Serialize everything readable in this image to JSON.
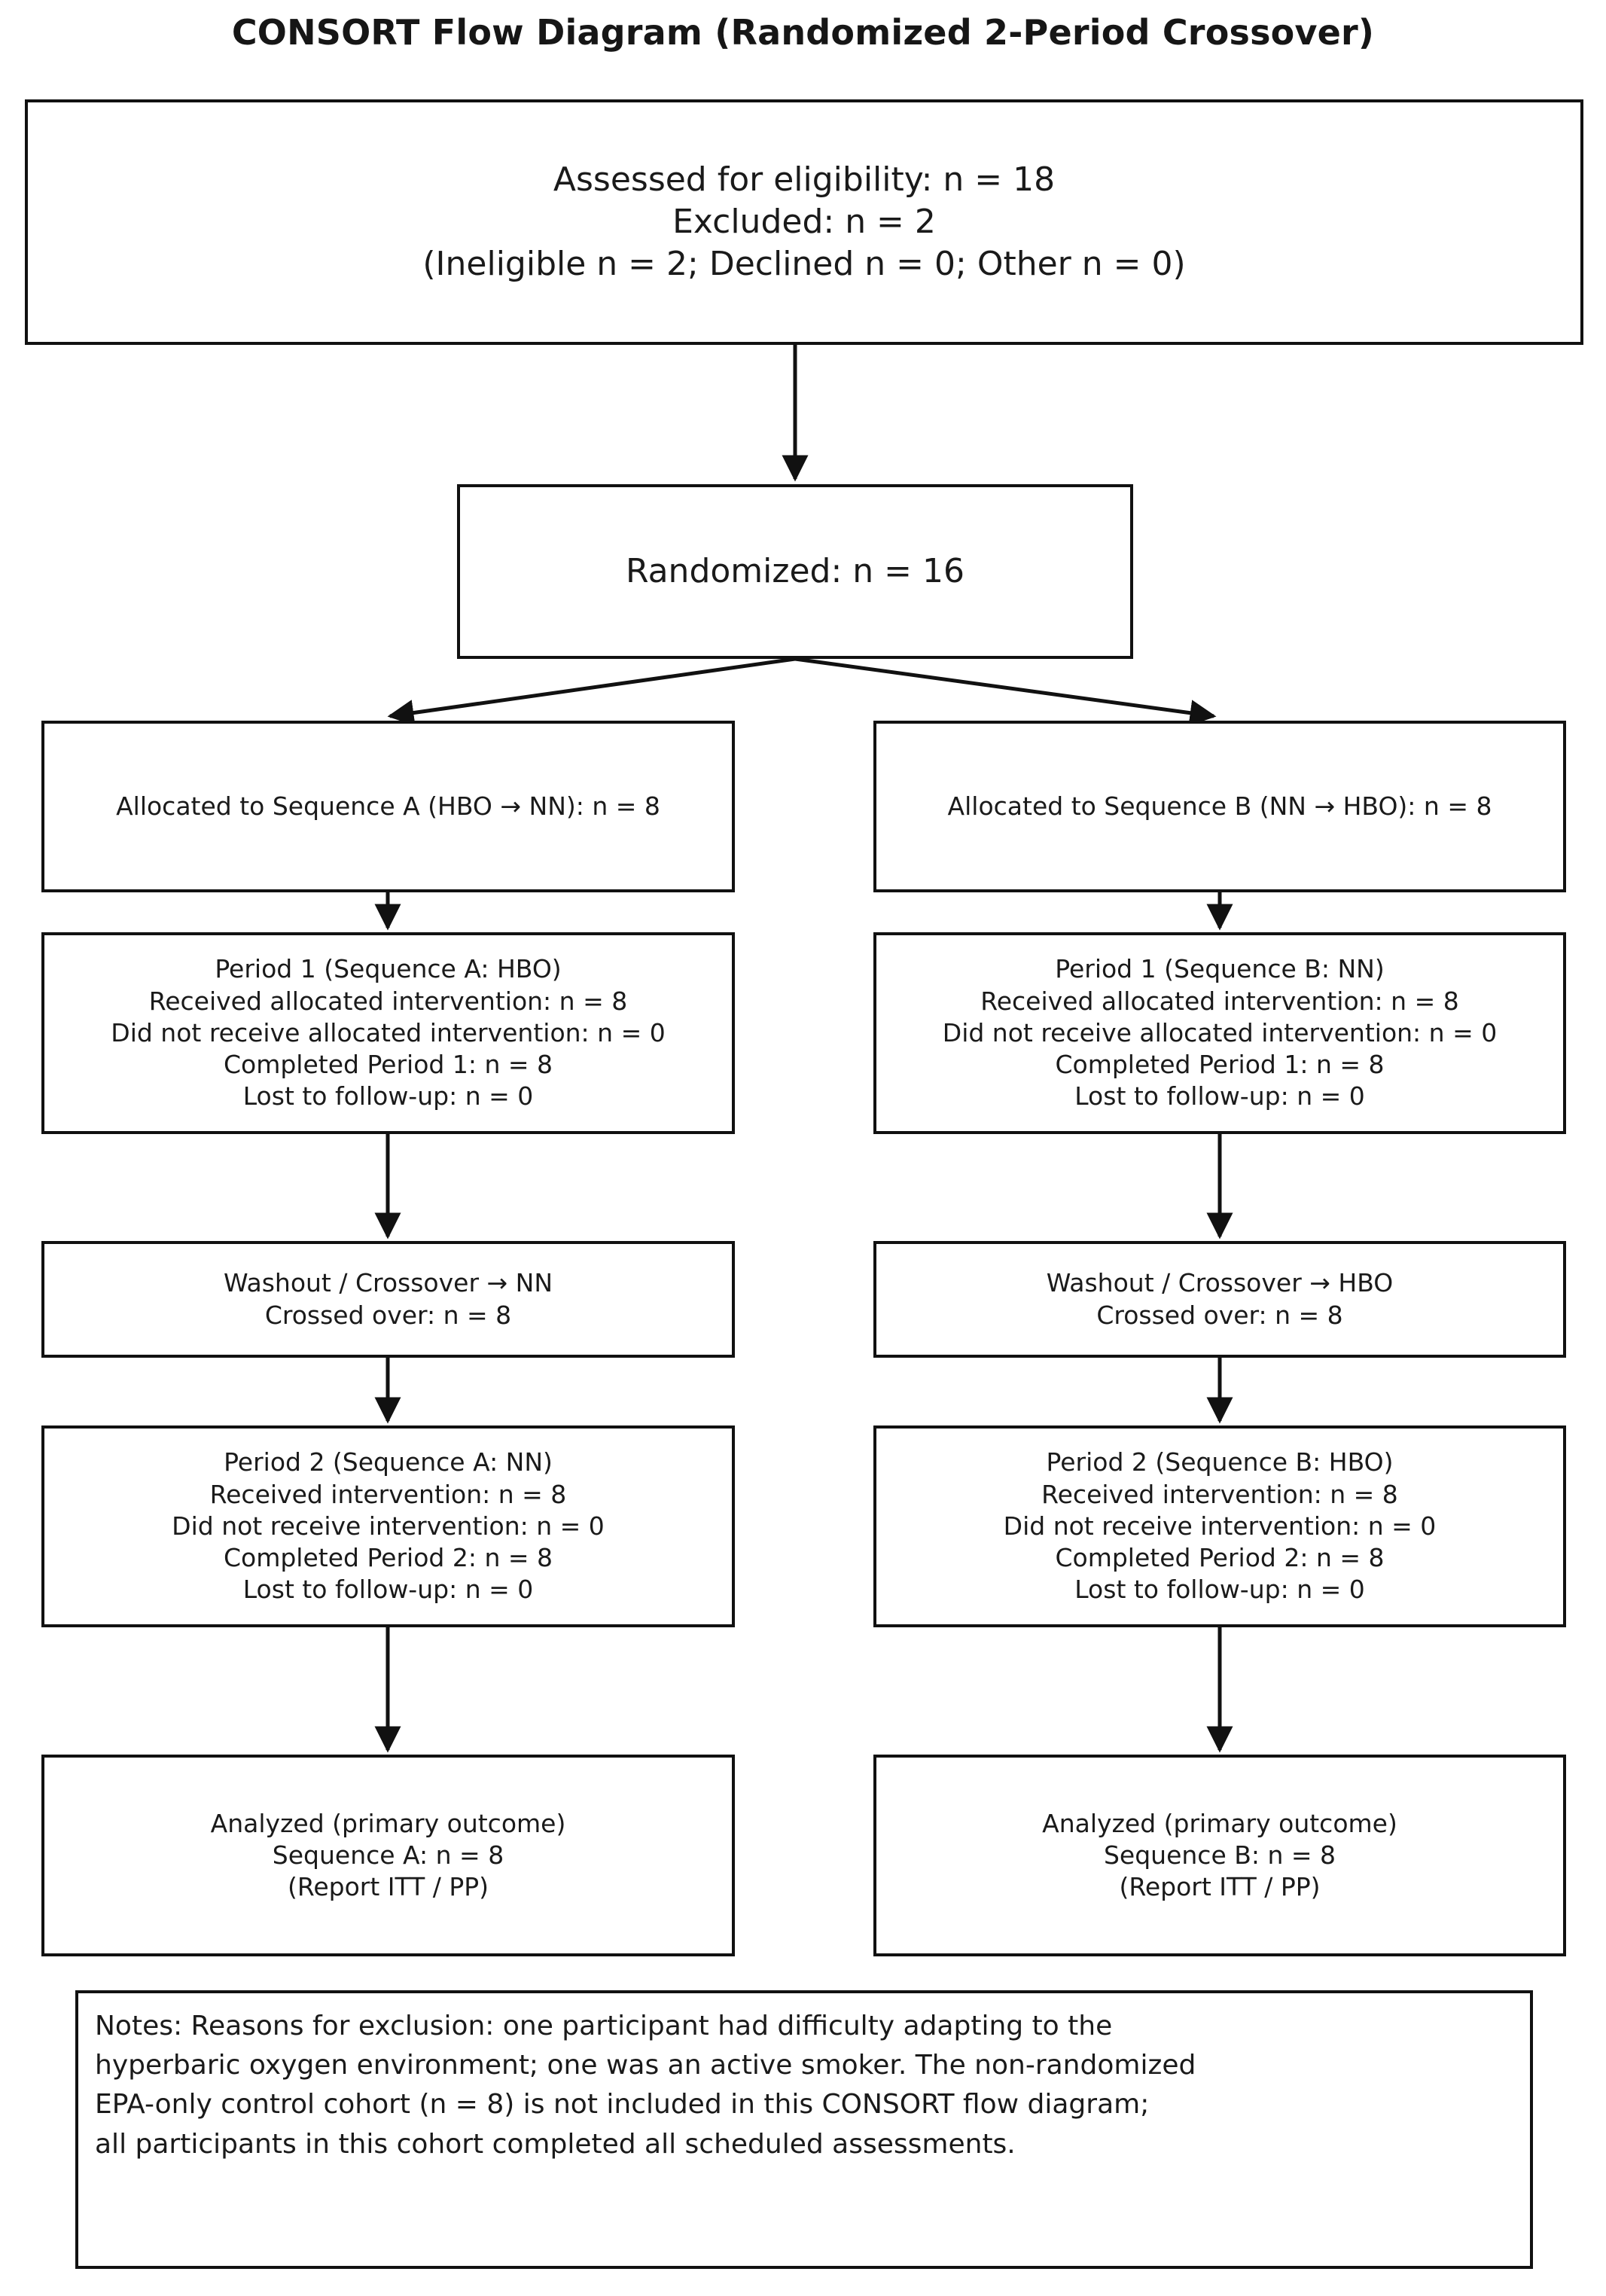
{
  "title": "CONSORT Flow Diagram (Randomized 2-Period Crossover)",
  "enrollment": {
    "line1": "Assessed for eligibility: n = 18",
    "line2": "Excluded: n = 2",
    "line3": "(Ineligible n = 2; Declined n = 0; Other n = 0)"
  },
  "randomized": {
    "line1": "Randomized: n = 16"
  },
  "sequence_a": {
    "allocation": {
      "line1": "Allocated to Sequence A (HBO → NN): n = 8"
    },
    "period1": {
      "line1": "Period 1 (Sequence A: HBO)",
      "line2": "Received allocated intervention: n = 8",
      "line3": "Did not receive allocated intervention: n = 0",
      "line4": "Completed Period 1: n = 8",
      "line5": "Lost to follow-up: n = 0"
    },
    "washout": {
      "line1": "Washout / Crossover → NN",
      "line2": "Crossed over: n = 8"
    },
    "period2": {
      "line1": "Period 2 (Sequence A: NN)",
      "line2": "Received intervention: n = 8",
      "line3": "Did not receive intervention: n = 0",
      "line4": "Completed Period 2: n = 8",
      "line5": "Lost to follow-up: n = 0"
    },
    "analyzed": {
      "line1": "Analyzed (primary outcome)",
      "line2": "Sequence A: n = 8",
      "line3": "(Report ITT / PP)"
    }
  },
  "sequence_b": {
    "allocation": {
      "line1": "Allocated to Sequence B (NN → HBO): n = 8"
    },
    "period1": {
      "line1": "Period 1 (Sequence B: NN)",
      "line2": "Received allocated intervention: n = 8",
      "line3": "Did not receive allocated intervention: n = 0",
      "line4": "Completed Period 1: n = 8",
      "line5": "Lost to follow-up: n = 0"
    },
    "washout": {
      "line1": "Washout / Crossover → HBO",
      "line2": "Crossed over: n = 8"
    },
    "period2": {
      "line1": "Period 2 (Sequence B: HBO)",
      "line2": "Received intervention: n = 8",
      "line3": "Did not receive intervention: n = 0",
      "line4": "Completed Period 2: n = 8",
      "line5": "Lost to follow-up: n = 0"
    },
    "analyzed": {
      "line1": "Analyzed (primary outcome)",
      "line2": "Sequence B: n = 8",
      "line3": "(Report ITT / PP)"
    }
  },
  "notes": {
    "line1": "Notes: Reasons for exclusion: one participant had difficulty adapting to the",
    "line2": "hyperbaric oxygen environment; one was an active smoker. The non-randomized",
    "line3": "EPA-only control cohort (n = 8) is not included in this CONSORT flow diagram;",
    "line4": "all participants in this cohort completed all scheduled assessments."
  },
  "colors": {
    "border": "#111111",
    "text": "#1a1a1a",
    "background": "#ffffff",
    "connector": "#111111"
  },
  "chart_data": {
    "type": "diagram",
    "title": "CONSORT Flow Diagram (Randomized 2-Period Crossover)",
    "nodes": [
      {
        "id": "enrollment",
        "label": "Assessed for eligibility",
        "n": 18,
        "excluded": 2,
        "ineligible": 2,
        "declined": 0,
        "other": 0
      },
      {
        "id": "randomized",
        "label": "Randomized",
        "n": 16
      },
      {
        "id": "alloc_a",
        "label": "Allocated to Sequence A (HBO → NN)",
        "n": 8
      },
      {
        "id": "alloc_b",
        "label": "Allocated to Sequence B (NN → HBO)",
        "n": 8
      },
      {
        "id": "period1_a",
        "label": "Period 1 (Sequence A: HBO)",
        "received": 8,
        "not_received": 0,
        "completed": 8,
        "lost": 0
      },
      {
        "id": "period1_b",
        "label": "Period 1 (Sequence B: NN)",
        "received": 8,
        "not_received": 0,
        "completed": 8,
        "lost": 0
      },
      {
        "id": "washout_a",
        "label": "Washout / Crossover → NN",
        "crossed_over": 8
      },
      {
        "id": "washout_b",
        "label": "Washout / Crossover → HBO",
        "crossed_over": 8
      },
      {
        "id": "period2_a",
        "label": "Period 2 (Sequence A: NN)",
        "received": 8,
        "not_received": 0,
        "completed": 8,
        "lost": 0
      },
      {
        "id": "period2_b",
        "label": "Period 2 (Sequence B: HBO)",
        "received": 8,
        "not_received": 0,
        "completed": 8,
        "lost": 0
      },
      {
        "id": "analyzed_a",
        "label": "Analyzed (primary outcome) Sequence A",
        "n": 8
      },
      {
        "id": "analyzed_b",
        "label": "Analyzed (primary outcome) Sequence B",
        "n": 8
      }
    ],
    "edges": [
      {
        "from": "enrollment",
        "to": "randomized"
      },
      {
        "from": "randomized",
        "to": "alloc_a"
      },
      {
        "from": "randomized",
        "to": "alloc_b"
      },
      {
        "from": "alloc_a",
        "to": "period1_a"
      },
      {
        "from": "alloc_b",
        "to": "period1_b"
      },
      {
        "from": "period1_a",
        "to": "washout_a"
      },
      {
        "from": "period1_b",
        "to": "washout_b"
      },
      {
        "from": "washout_a",
        "to": "period2_a"
      },
      {
        "from": "washout_b",
        "to": "period2_b"
      },
      {
        "from": "period2_a",
        "to": "analyzed_a"
      },
      {
        "from": "period2_b",
        "to": "analyzed_b"
      }
    ]
  }
}
